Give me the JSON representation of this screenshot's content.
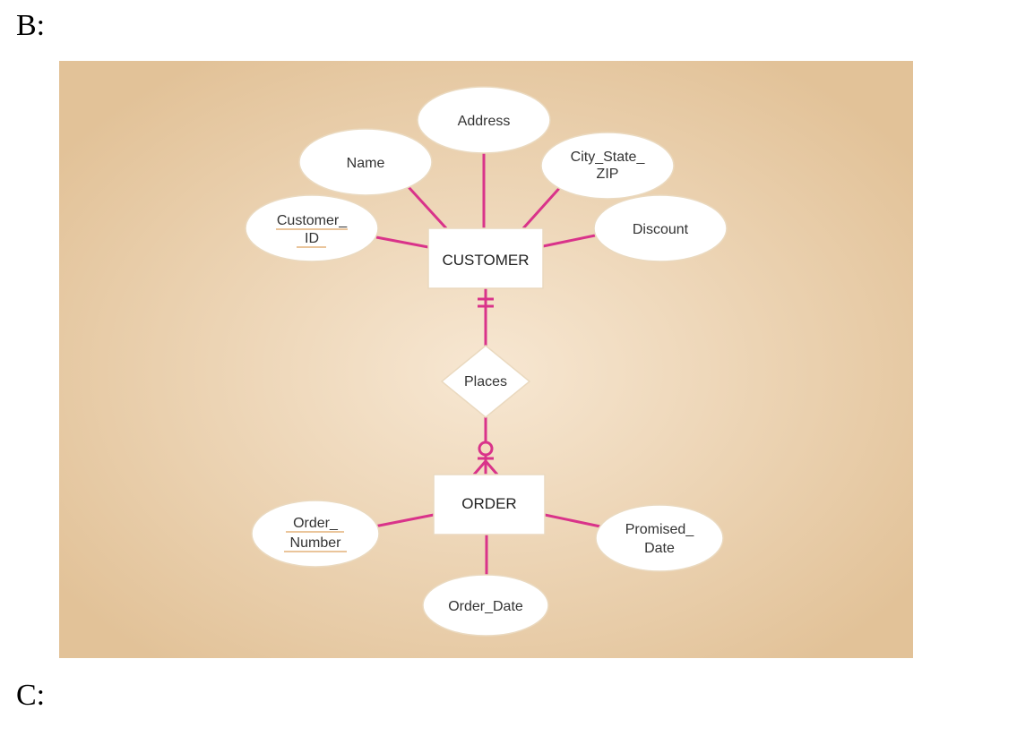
{
  "labels": {
    "top": "B:",
    "bottom": "C:"
  },
  "diagram": {
    "entities": {
      "customer": "CUSTOMER",
      "order": "ORDER"
    },
    "relationship": "Places",
    "customer_attributes": {
      "address": "Address",
      "name": "Name",
      "city_1": "City_State_",
      "city_2": "ZIP",
      "discount": "Discount",
      "customer_id_1": "Customer_",
      "customer_id_2": "ID"
    },
    "order_attributes": {
      "order_number_1": "Order_",
      "order_number_2": "Number",
      "promised_1": "Promised_",
      "promised_2": "Date",
      "order_date": "Order_Date"
    },
    "colors": {
      "connector": "#d9338a",
      "background_center": "#f7e7d2",
      "background_edge": "#e2c298"
    }
  }
}
